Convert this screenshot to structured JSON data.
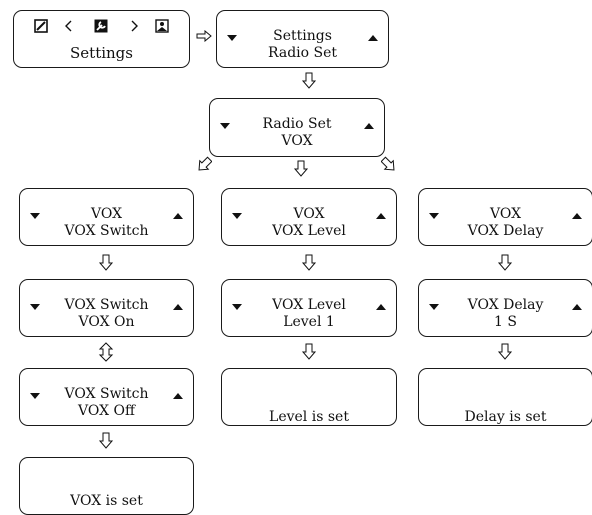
{
  "header": {
    "title": "Settings",
    "icons": [
      "pencil-box-icon",
      "chevron-left-icon",
      "wrench-icon",
      "chevron-right-icon",
      "picture-icon"
    ]
  },
  "boxes": {
    "settings_radio": {
      "line1": "Settings",
      "line2": "Radio Set"
    },
    "radio_vox": {
      "line1": "Radio Set",
      "line2": "VOX"
    },
    "vox_switch": {
      "line1": "VOX",
      "line2": "VOX Switch"
    },
    "vox_level": {
      "line1": "VOX",
      "line2": "VOX Level"
    },
    "vox_delay": {
      "line1": "VOX",
      "line2": "VOX Delay"
    },
    "switch_on": {
      "line1": "VOX Switch",
      "line2": "VOX On"
    },
    "level_1": {
      "line1": "VOX Level",
      "line2": "Level 1"
    },
    "delay_1s": {
      "line1": "VOX Delay",
      "line2": "1 S"
    },
    "switch_off": {
      "line1": "VOX Switch",
      "line2": "VOX Off"
    },
    "level_set": {
      "text": "Level is set"
    },
    "delay_set": {
      "text": "Delay is set"
    },
    "vox_set": {
      "text": "VOX is set"
    }
  },
  "colors": {
    "stroke": "#1a1a1a",
    "background": "#ffffff"
  }
}
